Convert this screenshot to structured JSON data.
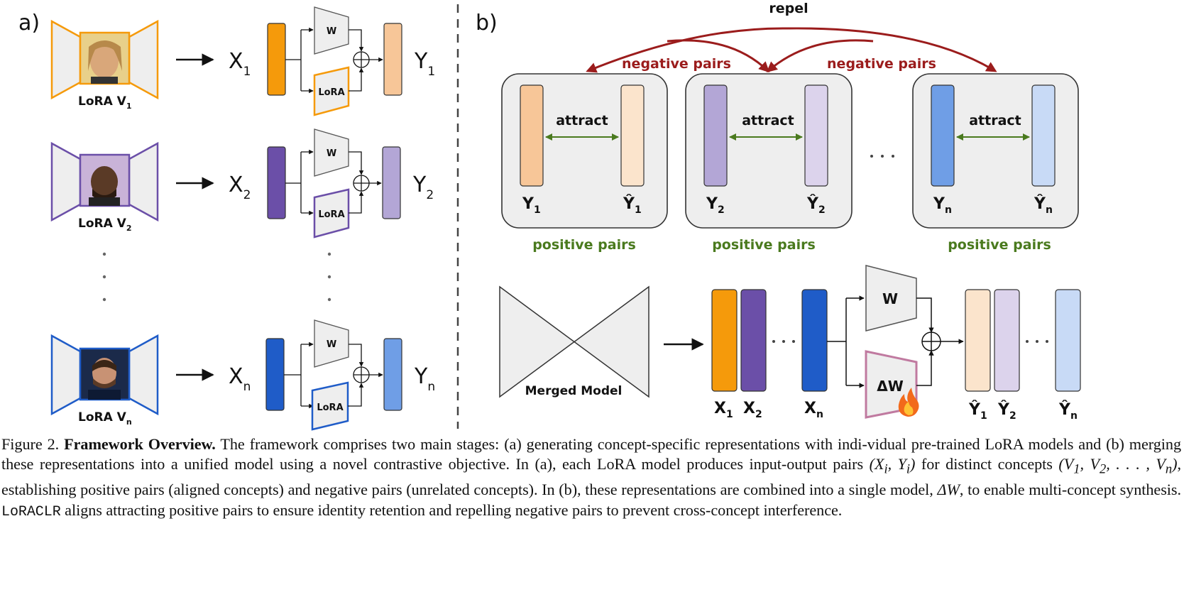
{
  "panel_a": {
    "label": "a)",
    "rows": [
      {
        "lora": "LoRA V",
        "sub": "1",
        "x": "X",
        "xsub": "1",
        "y": "Y",
        "ysub": "1",
        "w": "W",
        "adapter": "LoRA",
        "color": "#F59A0B",
        "out": "#F7C698",
        "portrait_bg": "#E8D08A"
      },
      {
        "lora": "LoRA V",
        "sub": "2",
        "x": "X",
        "xsub": "2",
        "y": "Y",
        "ysub": "2",
        "w": "W",
        "adapter": "LoRA",
        "color": "#6B4FA8",
        "out": "#B3A6D6",
        "portrait_bg": "#C9B3D8"
      },
      {
        "lora": "LoRA V",
        "sub": "n",
        "x": "X",
        "xsub": "n",
        "y": "Y",
        "ysub": "n",
        "w": "W",
        "adapter": "LoRA",
        "color": "#1F5CC8",
        "out": "#6F9EE6",
        "portrait_bg": "#1B2A4A"
      }
    ]
  },
  "panel_b": {
    "label": "b)",
    "repel": "repel",
    "negative_pairs": "negative pairs",
    "positive_pairs": "positive pairs",
    "attract": "attract",
    "groups": [
      {
        "y": "Y",
        "ysub": "1",
        "yhat": "Ŷ",
        "yhatsub": "1",
        "c1": "#F7C698",
        "c2": "#FBE4CC"
      },
      {
        "y": "Y",
        "ysub": "2",
        "yhat": "Ŷ",
        "yhatsub": "2",
        "c1": "#B3A6D6",
        "c2": "#DCD3EC"
      },
      {
        "y": "Y",
        "ysub": "n",
        "yhat": "Ŷ",
        "yhatsub": "n",
        "c1": "#6F9EE6",
        "c2": "#C8DAF6"
      }
    ],
    "merged_model": "Merged Model",
    "w": "W",
    "delta_w": "ΔW",
    "inputs": [
      {
        "label": "X",
        "sub": "1",
        "color": "#F59A0B"
      },
      {
        "label": "X",
        "sub": "2",
        "color": "#6B4FA8"
      },
      {
        "label": "X",
        "sub": "n",
        "color": "#1F5CC8"
      }
    ],
    "outputs": [
      {
        "label": "Ŷ",
        "sub": "1",
        "color": "#FBE4CC"
      },
      {
        "label": "Ŷ",
        "sub": "2",
        "color": "#DCD3EC"
      },
      {
        "label": "Ŷ",
        "sub": "n",
        "color": "#C8DAF6"
      }
    ],
    "colors": {
      "negative": "#9B1C1C",
      "positive": "#4A7A1E",
      "delta_border": "#C07AA0"
    }
  },
  "caption": {
    "figure": "Figure 2.",
    "title": "Framework Overview.",
    "s1": "The framework comprises two main stages: (a) generating concept-specific representations with indi-vidual pre-trained LoRA models and (b) merging these representations into a unified model using a novel contrastive objective. In (a), each LoRA model produces input-output pairs",
    "m1": "(X",
    "m1s": "i",
    "m1b": ", Y",
    "m1c": ")",
    "s2": "for distinct concepts",
    "m2": "(V",
    "m2a": "1",
    "m2b": ", V",
    "m2c": "2",
    "m2d": ", . . . , V",
    "m2e": "n",
    "m2f": ")",
    "s3": ", establishing positive pairs (aligned concepts) and negative pairs (unrelated concepts). In (b), these representations are combined into a single model,",
    "m3": "ΔW",
    "s4": ", to enable multi-concept synthesis.",
    "code": "LoRACLR",
    "s5": "aligns attracting positive pairs to ensure identity retention and repelling negative pairs to prevent cross-concept interference."
  }
}
